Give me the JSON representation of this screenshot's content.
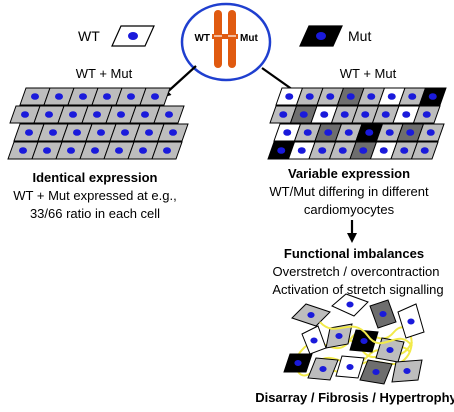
{
  "chromosome": {
    "wt_label": "WT",
    "mut_label": "Mut"
  },
  "legend": {
    "wt": "WT",
    "mut": "Mut"
  },
  "left": {
    "header": "WT + Mut",
    "title": "Identical expression",
    "line1": "WT + Mut expressed at e.g.,",
    "line2": "33/66 ratio in each cell"
  },
  "right": {
    "header": "WT + Mut",
    "title": "Variable expression",
    "line1": "WT/Mut differing in different",
    "line2": "cardiomyocytes"
  },
  "functional": {
    "title": "Functional imbalances",
    "line1": "Overstretch / overcontraction",
    "line2": "Activation of stretch signalling"
  },
  "bottom": {
    "caption": "Disarray / Fibrosis / Hypertrophy"
  },
  "colors": {
    "nucleus": "#1a1adb",
    "wt_cell": "#ffffff",
    "mut_cell": "#000000",
    "mixed_cell": "#bdbdbd",
    "dark_mixed": "#6e6e6e",
    "chromosome": "#e05a10",
    "ellipse_stroke": "#1f3fcf",
    "fibrosis": "#f2ea4a"
  },
  "right_grid_shades": [
    [
      "wt",
      "mixed",
      "mixed",
      "dark",
      "mixed",
      "wt",
      "mixed",
      "mut"
    ],
    [
      "mixed",
      "dark",
      "wt",
      "mixed",
      "mixed",
      "mixed",
      "wt",
      "mixed"
    ],
    [
      "wt",
      "mixed",
      "dark",
      "mixed",
      "mut",
      "mixed",
      "dark",
      "mixed"
    ],
    [
      "mut",
      "wt",
      "mixed",
      "mixed",
      "dark",
      "wt",
      "mixed",
      "mixed"
    ]
  ]
}
